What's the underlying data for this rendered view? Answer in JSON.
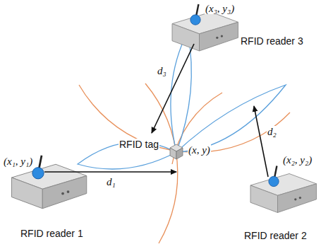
{
  "diagram": {
    "labels": [
      "(x₃, y₃)",
      "RFID reader 3",
      "d₃",
      "(x₂, y₂)",
      "RFID reader 2",
      "d₂",
      "(x₁, y₁)",
      "RFID reader 1",
      "d₁",
      "RFID tag",
      "(x, y)"
    ]
  }
}
